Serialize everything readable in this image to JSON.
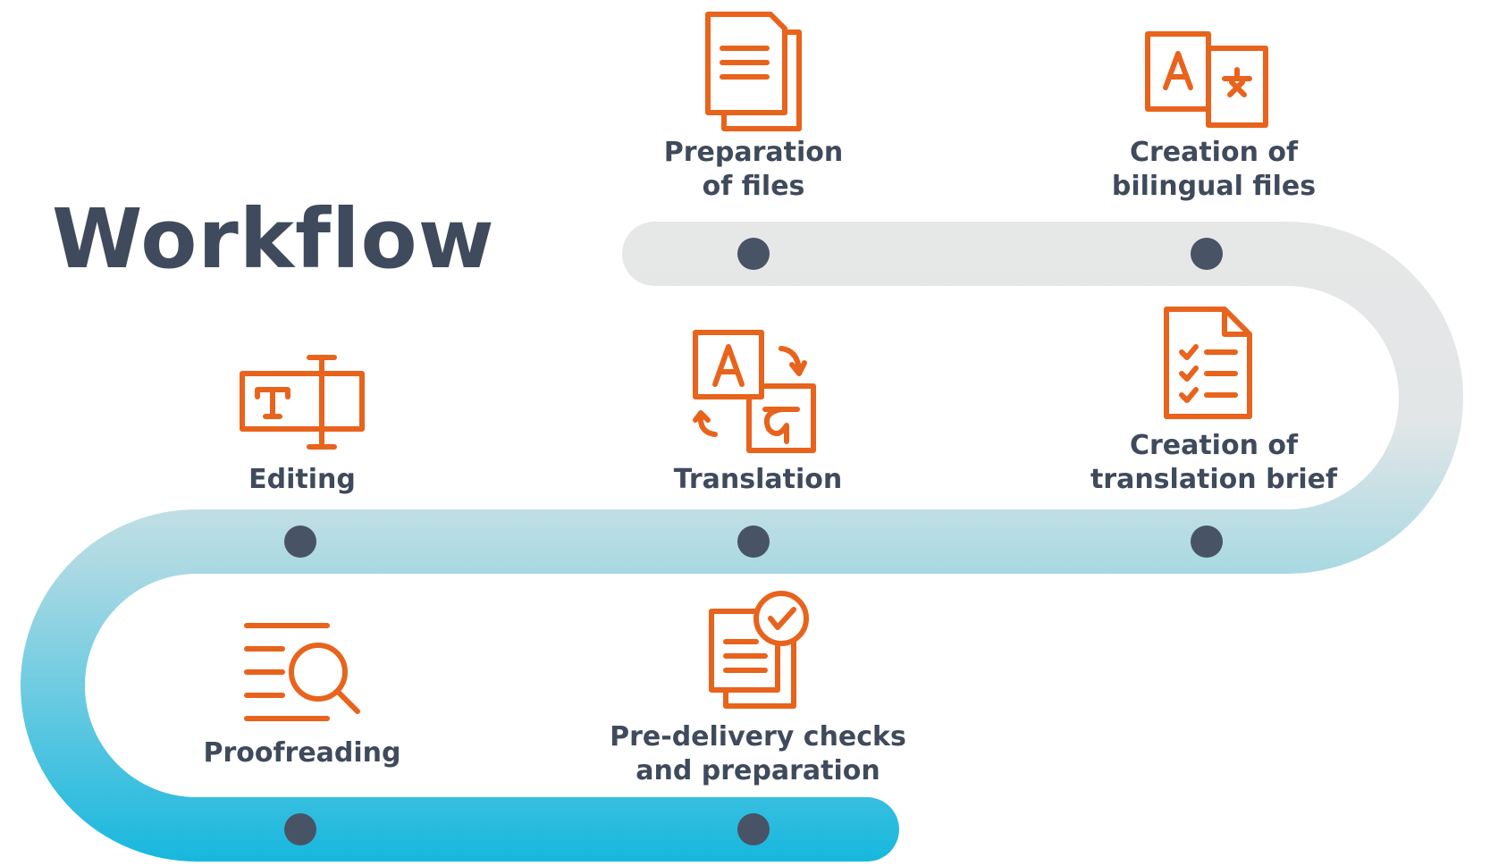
{
  "title": "Workflow",
  "colors": {
    "accent": "#e8631c",
    "text": "#3f4a5c",
    "dot": "#485366",
    "track_top": "#e7e7e7",
    "track_mid": "#a8d8e2",
    "track_bottom": "#1ab9df"
  },
  "steps": [
    {
      "icon": "document-stack-icon",
      "label": "Preparation\nof files"
    },
    {
      "icon": "bilingual-file-icon",
      "label": "Creation of\nbilingual files"
    },
    {
      "icon": "checklist-document-icon",
      "label": "Creation of\ntranslation brief"
    },
    {
      "icon": "translation-icon",
      "label": "Translation"
    },
    {
      "icon": "text-edit-icon",
      "label": "Editing"
    },
    {
      "icon": "proofreading-magnifier-icon",
      "label": "Proofreading"
    },
    {
      "icon": "checked-document-icon",
      "label": "Pre-delivery checks\nand preparation"
    }
  ]
}
